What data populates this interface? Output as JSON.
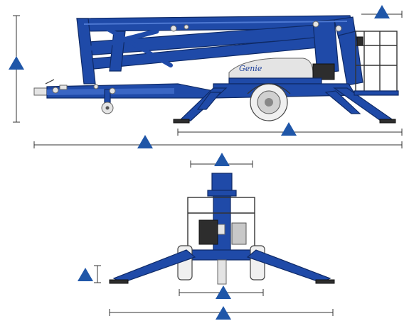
{
  "colors": {
    "boom_blue": "#1f4aa8",
    "outline": "#0f2a66",
    "marker_blue": "#1f56a8",
    "dimension_line": "#333333",
    "engine_grey": "#c8c8c8",
    "light_grey": "#e4e4e4"
  },
  "logo": {
    "text": "Genie"
  },
  "markers": [
    {
      "name": "marker-platform-width",
      "icon": "triangle-marker"
    },
    {
      "name": "marker-stowed-height",
      "icon": "triangle-marker"
    },
    {
      "name": "marker-outrigger-length",
      "icon": "triangle-marker"
    },
    {
      "name": "marker-overall-length",
      "icon": "triangle-marker"
    },
    {
      "name": "marker-width-top",
      "icon": "triangle-marker"
    },
    {
      "name": "marker-ground-clearance",
      "icon": "triangle-marker"
    },
    {
      "name": "marker-wheel-track",
      "icon": "triangle-marker"
    },
    {
      "name": "marker-outrigger-spread",
      "icon": "triangle-marker"
    }
  ]
}
